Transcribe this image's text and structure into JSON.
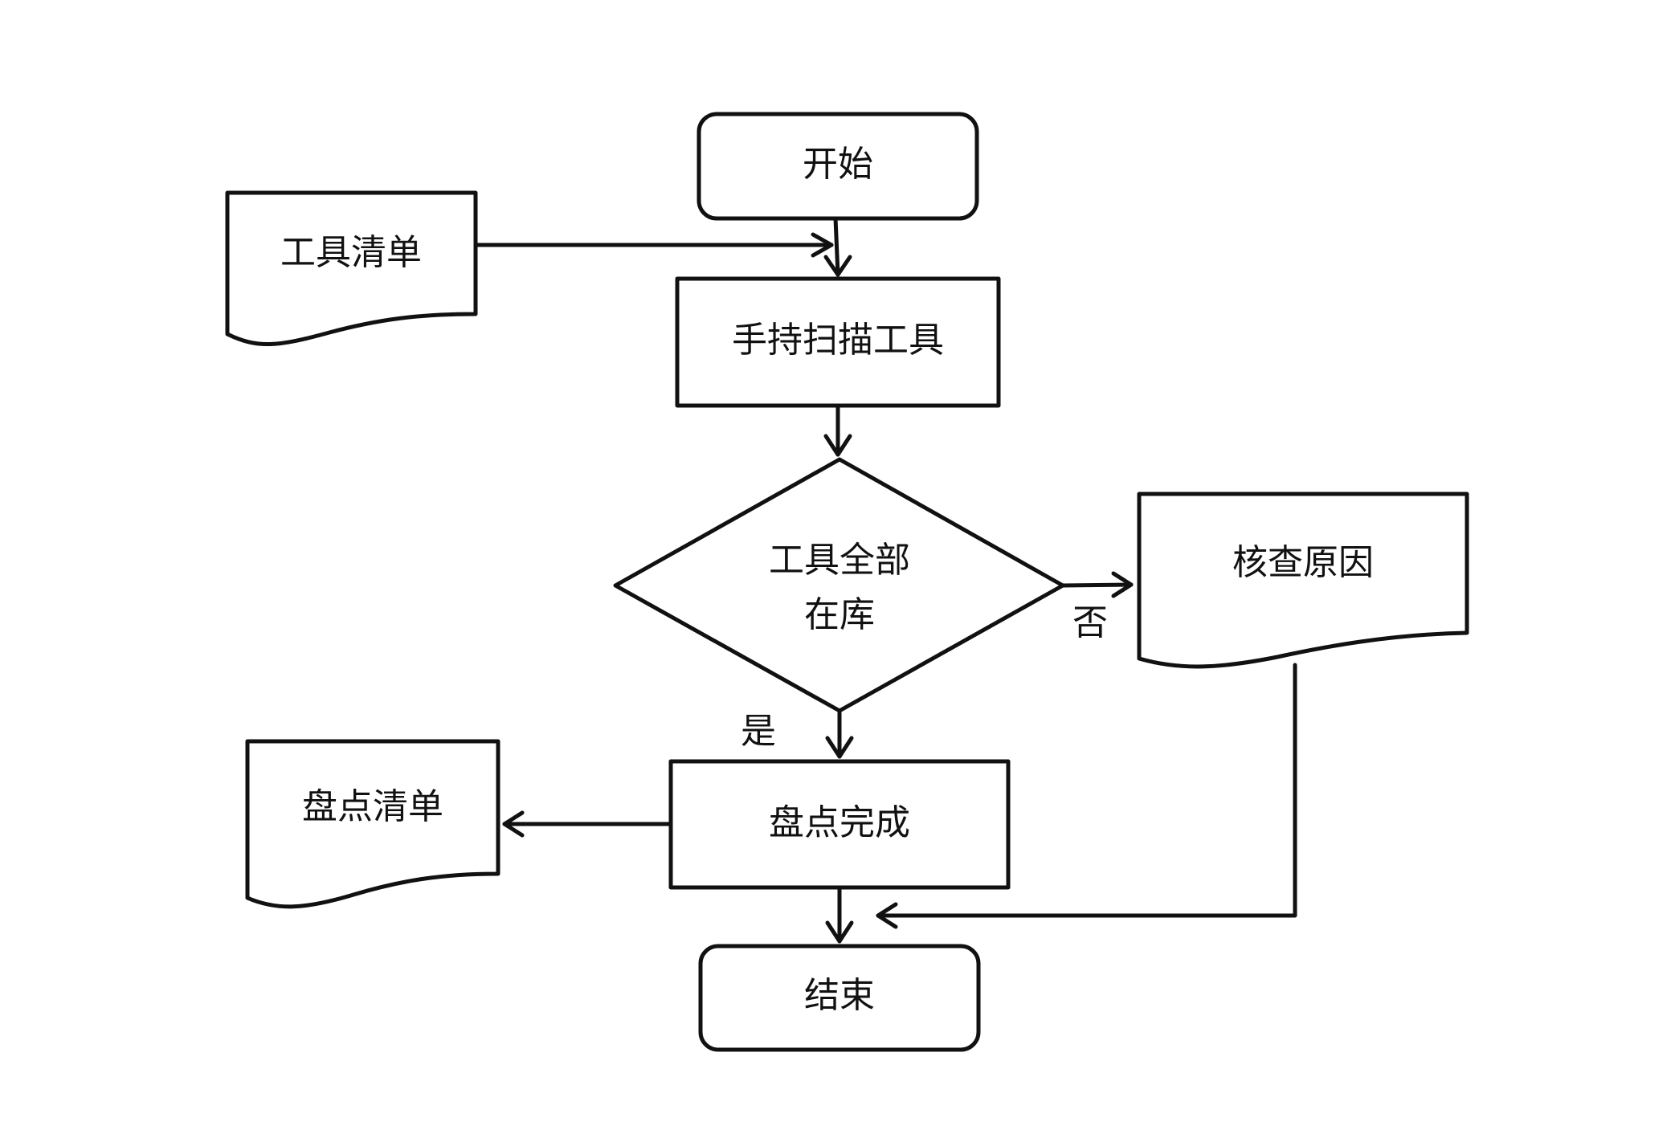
{
  "nodes": {
    "start": "开始",
    "tool_list": "工具清单",
    "scan": "手持扫描工具",
    "decision_line1": "工具全部",
    "decision_line2": "在库",
    "check_reason": "核查原因",
    "done": "盘点完成",
    "inventory_list": "盘点清单",
    "end": "结束"
  },
  "edge_labels": {
    "no": "否",
    "yes": "是"
  }
}
